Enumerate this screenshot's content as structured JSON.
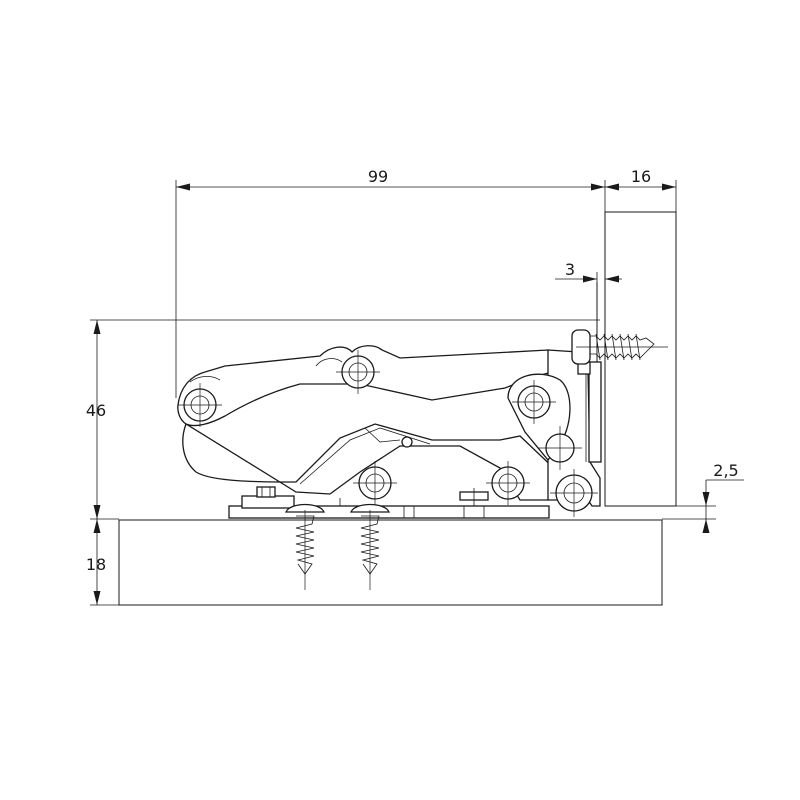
{
  "dimensions": {
    "width_arm": "99",
    "door_thickness": "16",
    "gap": "3",
    "height": "46",
    "panel_thickness": "18",
    "overlay": "2,5"
  }
}
